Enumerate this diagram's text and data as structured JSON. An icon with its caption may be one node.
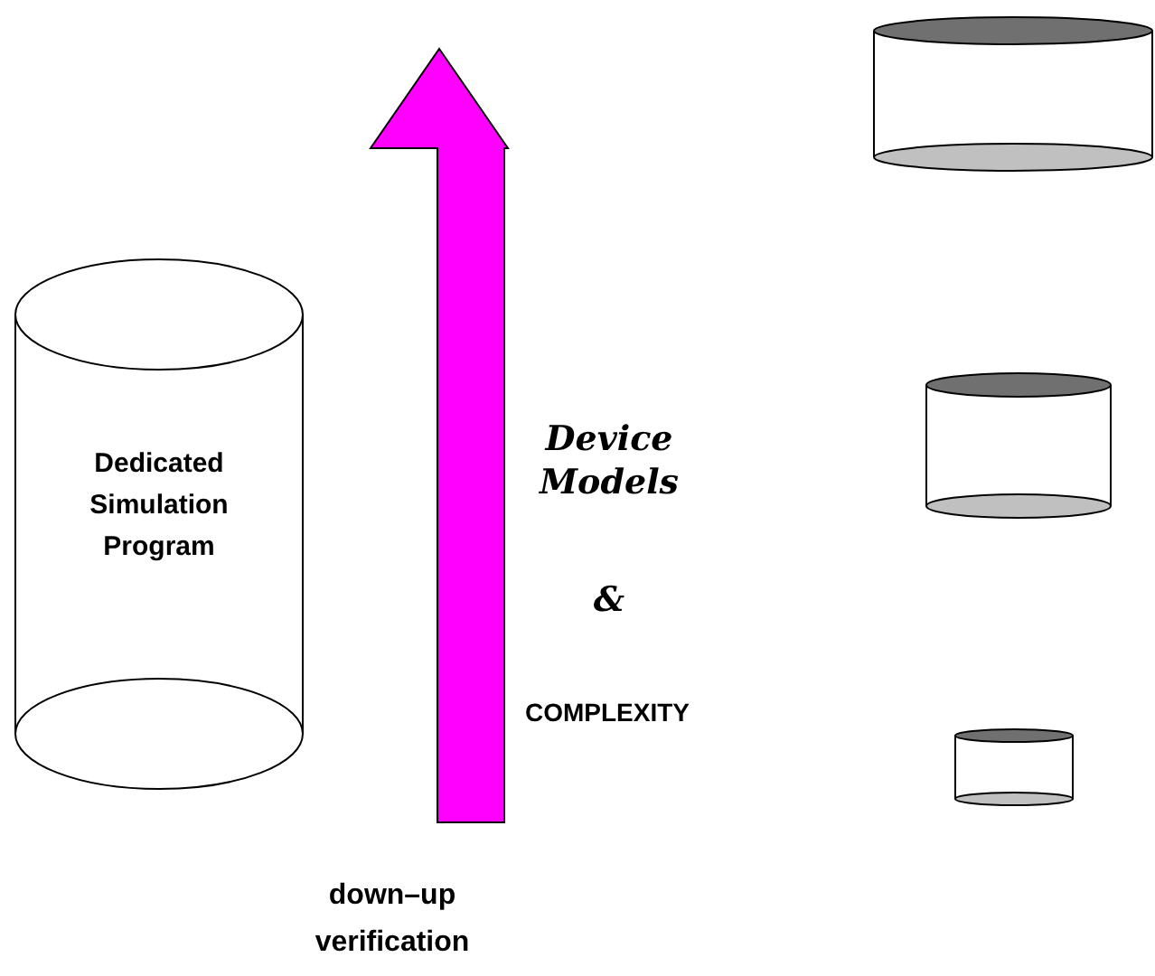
{
  "diagram": {
    "nodes": [
      {
        "text": [
          "Dedicated Simulation Program"
        ]
      },
      {
        "text": [],
        "shape": "cylinder"
      },
      {
        "text": [],
        "shape": "cylinder"
      },
      {
        "text": [],
        "shape": "cylinder"
      }
    ],
    "labels": [
      "Device Models",
      "&",
      "COMPLEXITY",
      "down–up verification"
    ]
  }
}
